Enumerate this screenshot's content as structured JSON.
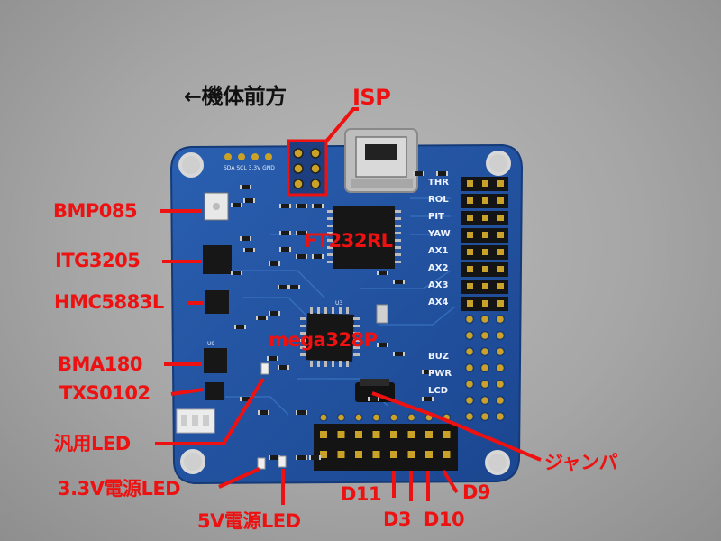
{
  "annotations": {
    "front": "←機体前方",
    "isp": "ISP",
    "bmp085": "BMP085",
    "itg3205": "ITG3205",
    "hmc5883l": "HMC5883L",
    "bma180": "BMA180",
    "txs0102": "TXS0102",
    "general_led": "汎用LED",
    "led_33v": "3.3V電源LED",
    "led_5v": "5V電源LED",
    "ft232rl": "FT232RL",
    "mega328p": "mega328P",
    "jumper": "ジャンパ",
    "d11": "D11",
    "d3": "D3",
    "d10": "D10",
    "d9": "D9"
  },
  "board": {
    "rc_pins": [
      "THR",
      "ROL",
      "PIT",
      "YAW",
      "AX1",
      "AX2",
      "AX3",
      "AX4"
    ],
    "aux_pins": [
      "BUZ",
      "PWR",
      "LCD"
    ],
    "i2c_header": "SDA SCL 3.3V GND",
    "chip_u3": "U3",
    "chip_u9": "U9"
  },
  "colors": {
    "annotation": "#ee1111",
    "pcb": "#1f4f9a",
    "background": "#a6a6a6"
  }
}
